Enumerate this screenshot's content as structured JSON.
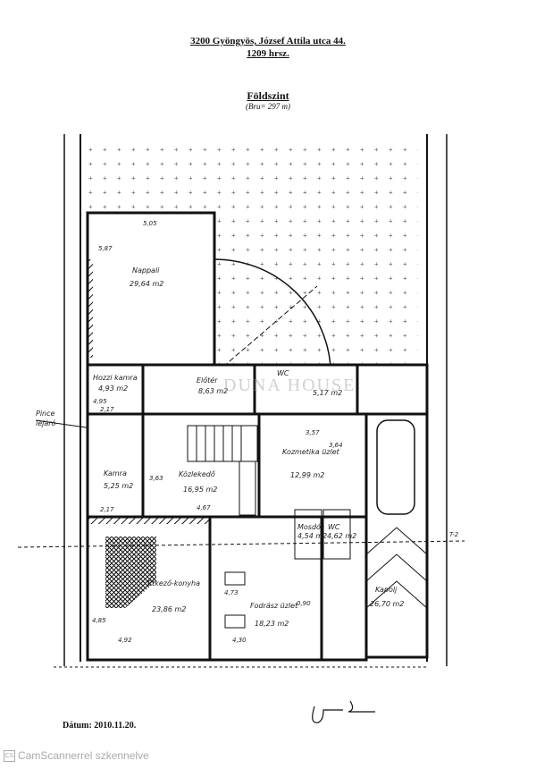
{
  "header": {
    "address": "3200 Gyöngyös, József Attila utca 44.",
    "parcel": "1209 hrsz.",
    "floor": "Földszint",
    "area_note": "(Bru= 297 m)"
  },
  "rooms": {
    "nappali": {
      "name": "Nappali",
      "area": "29,64 m2"
    },
    "kamra_top": {
      "name": "Hozzi kamra",
      "area": "4,93 m2"
    },
    "eloter": {
      "name": "Előtér",
      "area": "8,63 m2"
    },
    "wc_top": {
      "name": "WC",
      "area": "5,17 m2"
    },
    "kamra": {
      "name": "Kamra",
      "area": "5,25 m2"
    },
    "kozlekedo": {
      "name": "Közlekedő",
      "area": "16,95 m2"
    },
    "kozmetika": {
      "name": "Kozmetika üzlet",
      "area": "12,99 m2"
    },
    "etkezo": {
      "name": "Étkező-konyha",
      "area": "23,86 m2"
    },
    "fodrasz": {
      "name": "Fodrász üzlet",
      "area": "18,23 m2"
    },
    "mosdo": {
      "name": "Mosdó",
      "area": "4,54 m2"
    },
    "wc": {
      "name": "WC",
      "area": "4,62 m2"
    },
    "kapolj": {
      "name": "Kapolj",
      "area": "26,70 m2"
    }
  },
  "labels": {
    "pince": "Pince",
    "lejaro": "lejáró",
    "t2": "T-2",
    "watermark": "DUNA HOUSE"
  },
  "dimensions": [
    "5,05",
    "5,87",
    "3,57",
    "3,64",
    "3,63",
    "4,67",
    "2,17",
    "2,17",
    "4,73",
    "4,85",
    "4,92",
    "4,30",
    "0,90",
    "4,95"
  ],
  "footer": {
    "date": "Dátum: 2010.11.20.",
    "scanner": "CamScannerrel szkennelve",
    "scanner_icon": "CS",
    "signature": "signature"
  }
}
